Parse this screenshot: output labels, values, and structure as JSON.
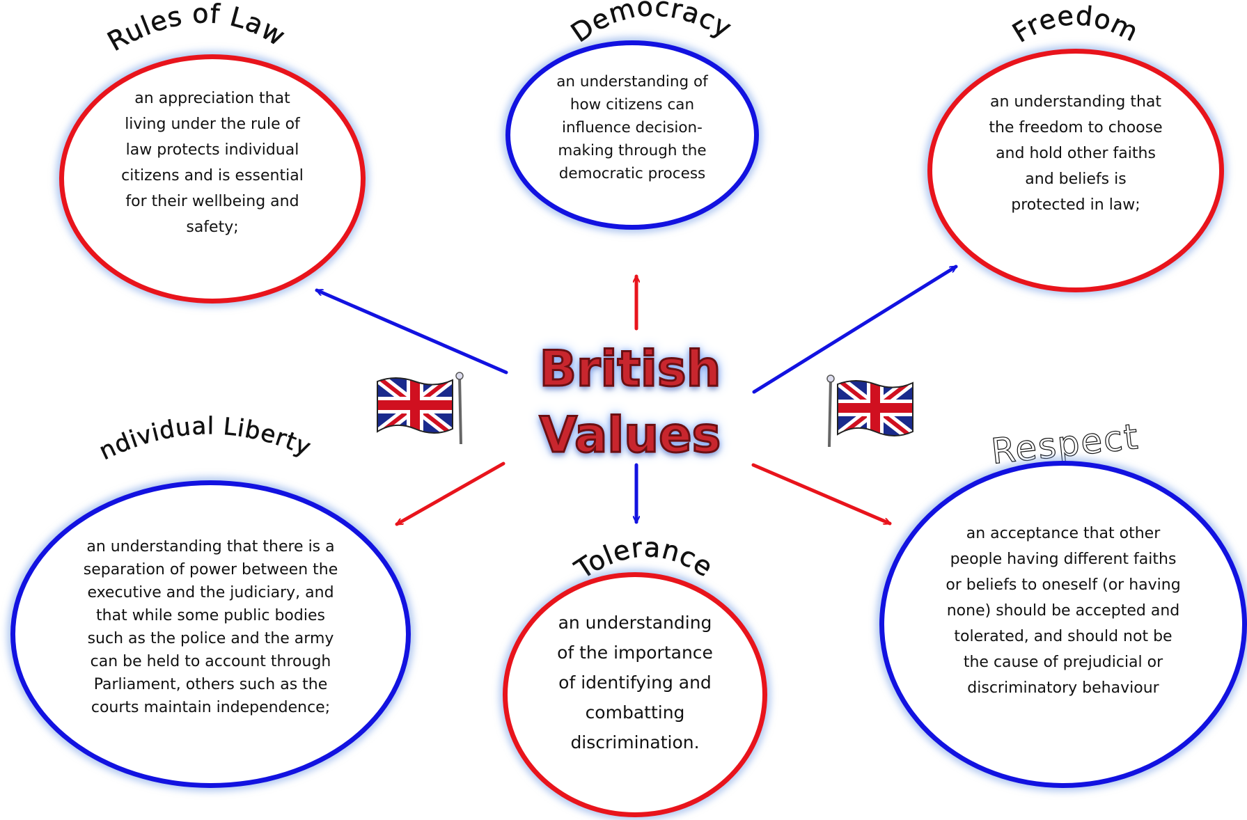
{
  "central_title": {
    "line1": "British",
    "line2": "Values"
  },
  "nodes": {
    "rules_of_law": {
      "title": "Rules of Law",
      "description": "an appreciation that living under the rule of law protects individual citizens and is essential for their wellbeing and safety;",
      "border_color": "#e8141c"
    },
    "democracy": {
      "title": "Democracy",
      "description": "an understanding of how citizens can influence decision-making through the democratic process",
      "border_color": "#1212e0"
    },
    "freedom": {
      "title": "Freedom",
      "description": "an understanding that the freedom to choose and hold other faiths and beliefs is protected in law;",
      "border_color": "#e8141c"
    },
    "individual_liberty": {
      "title": "Individual Liberty",
      "description": "an understanding that there is a separation of power between the executive and the judiciary, and that while some public bodies such as the police and the army can be held to account through Parliament, others such as the courts maintain independence;",
      "border_color": "#1212e0"
    },
    "tolerance": {
      "title": "Tolerance",
      "description": "an understanding of the importance of identifying and combatting discrimination.",
      "border_color": "#e8141c"
    },
    "respect": {
      "title": "Respect",
      "description": "an acceptance that other people having different faiths or beliefs to oneself (or having none) should be accepted and tolerated, and should not be the cause of prejudicial or discriminatory behaviour",
      "border_color": "#1212e0"
    }
  },
  "colors": {
    "red": "#e8141c",
    "blue": "#1212e0",
    "title_fill": "#c8262e",
    "glow": "#8eb6ff"
  },
  "icons": [
    "union-jack-flag-icon-left",
    "union-jack-flag-icon-right"
  ]
}
